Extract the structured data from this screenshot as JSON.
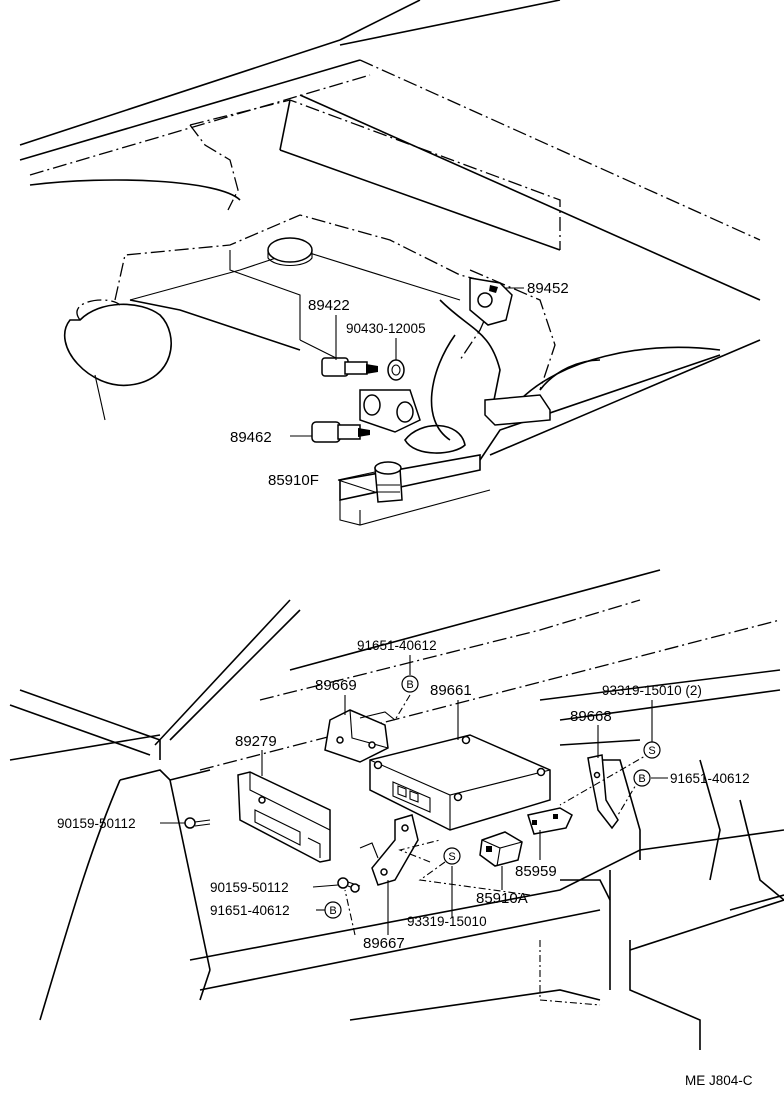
{
  "upper_labels": {
    "p89422": "89422",
    "p90430": "90430-12005",
    "p89452": "89452",
    "p89462": "89462",
    "p85910f": "85910F"
  },
  "lower_labels": {
    "p91651_top": "91651-40612",
    "p89669": "89669",
    "p89661": "89661",
    "p93319_top": "93319-15010 (2)",
    "p89668": "89668",
    "p89279": "89279",
    "p91651_right": "91651-40612",
    "p90159_left": "90159-50112",
    "p85959": "85959",
    "p90159_mid": "90159-50112",
    "p85910a": "85910A",
    "p91651_mid": "91651-40612",
    "p93319_bottom": "93319-15010",
    "p89667": "89667"
  },
  "markers": {
    "b": "B",
    "s": "S"
  },
  "figure_code": "ME J804-C"
}
